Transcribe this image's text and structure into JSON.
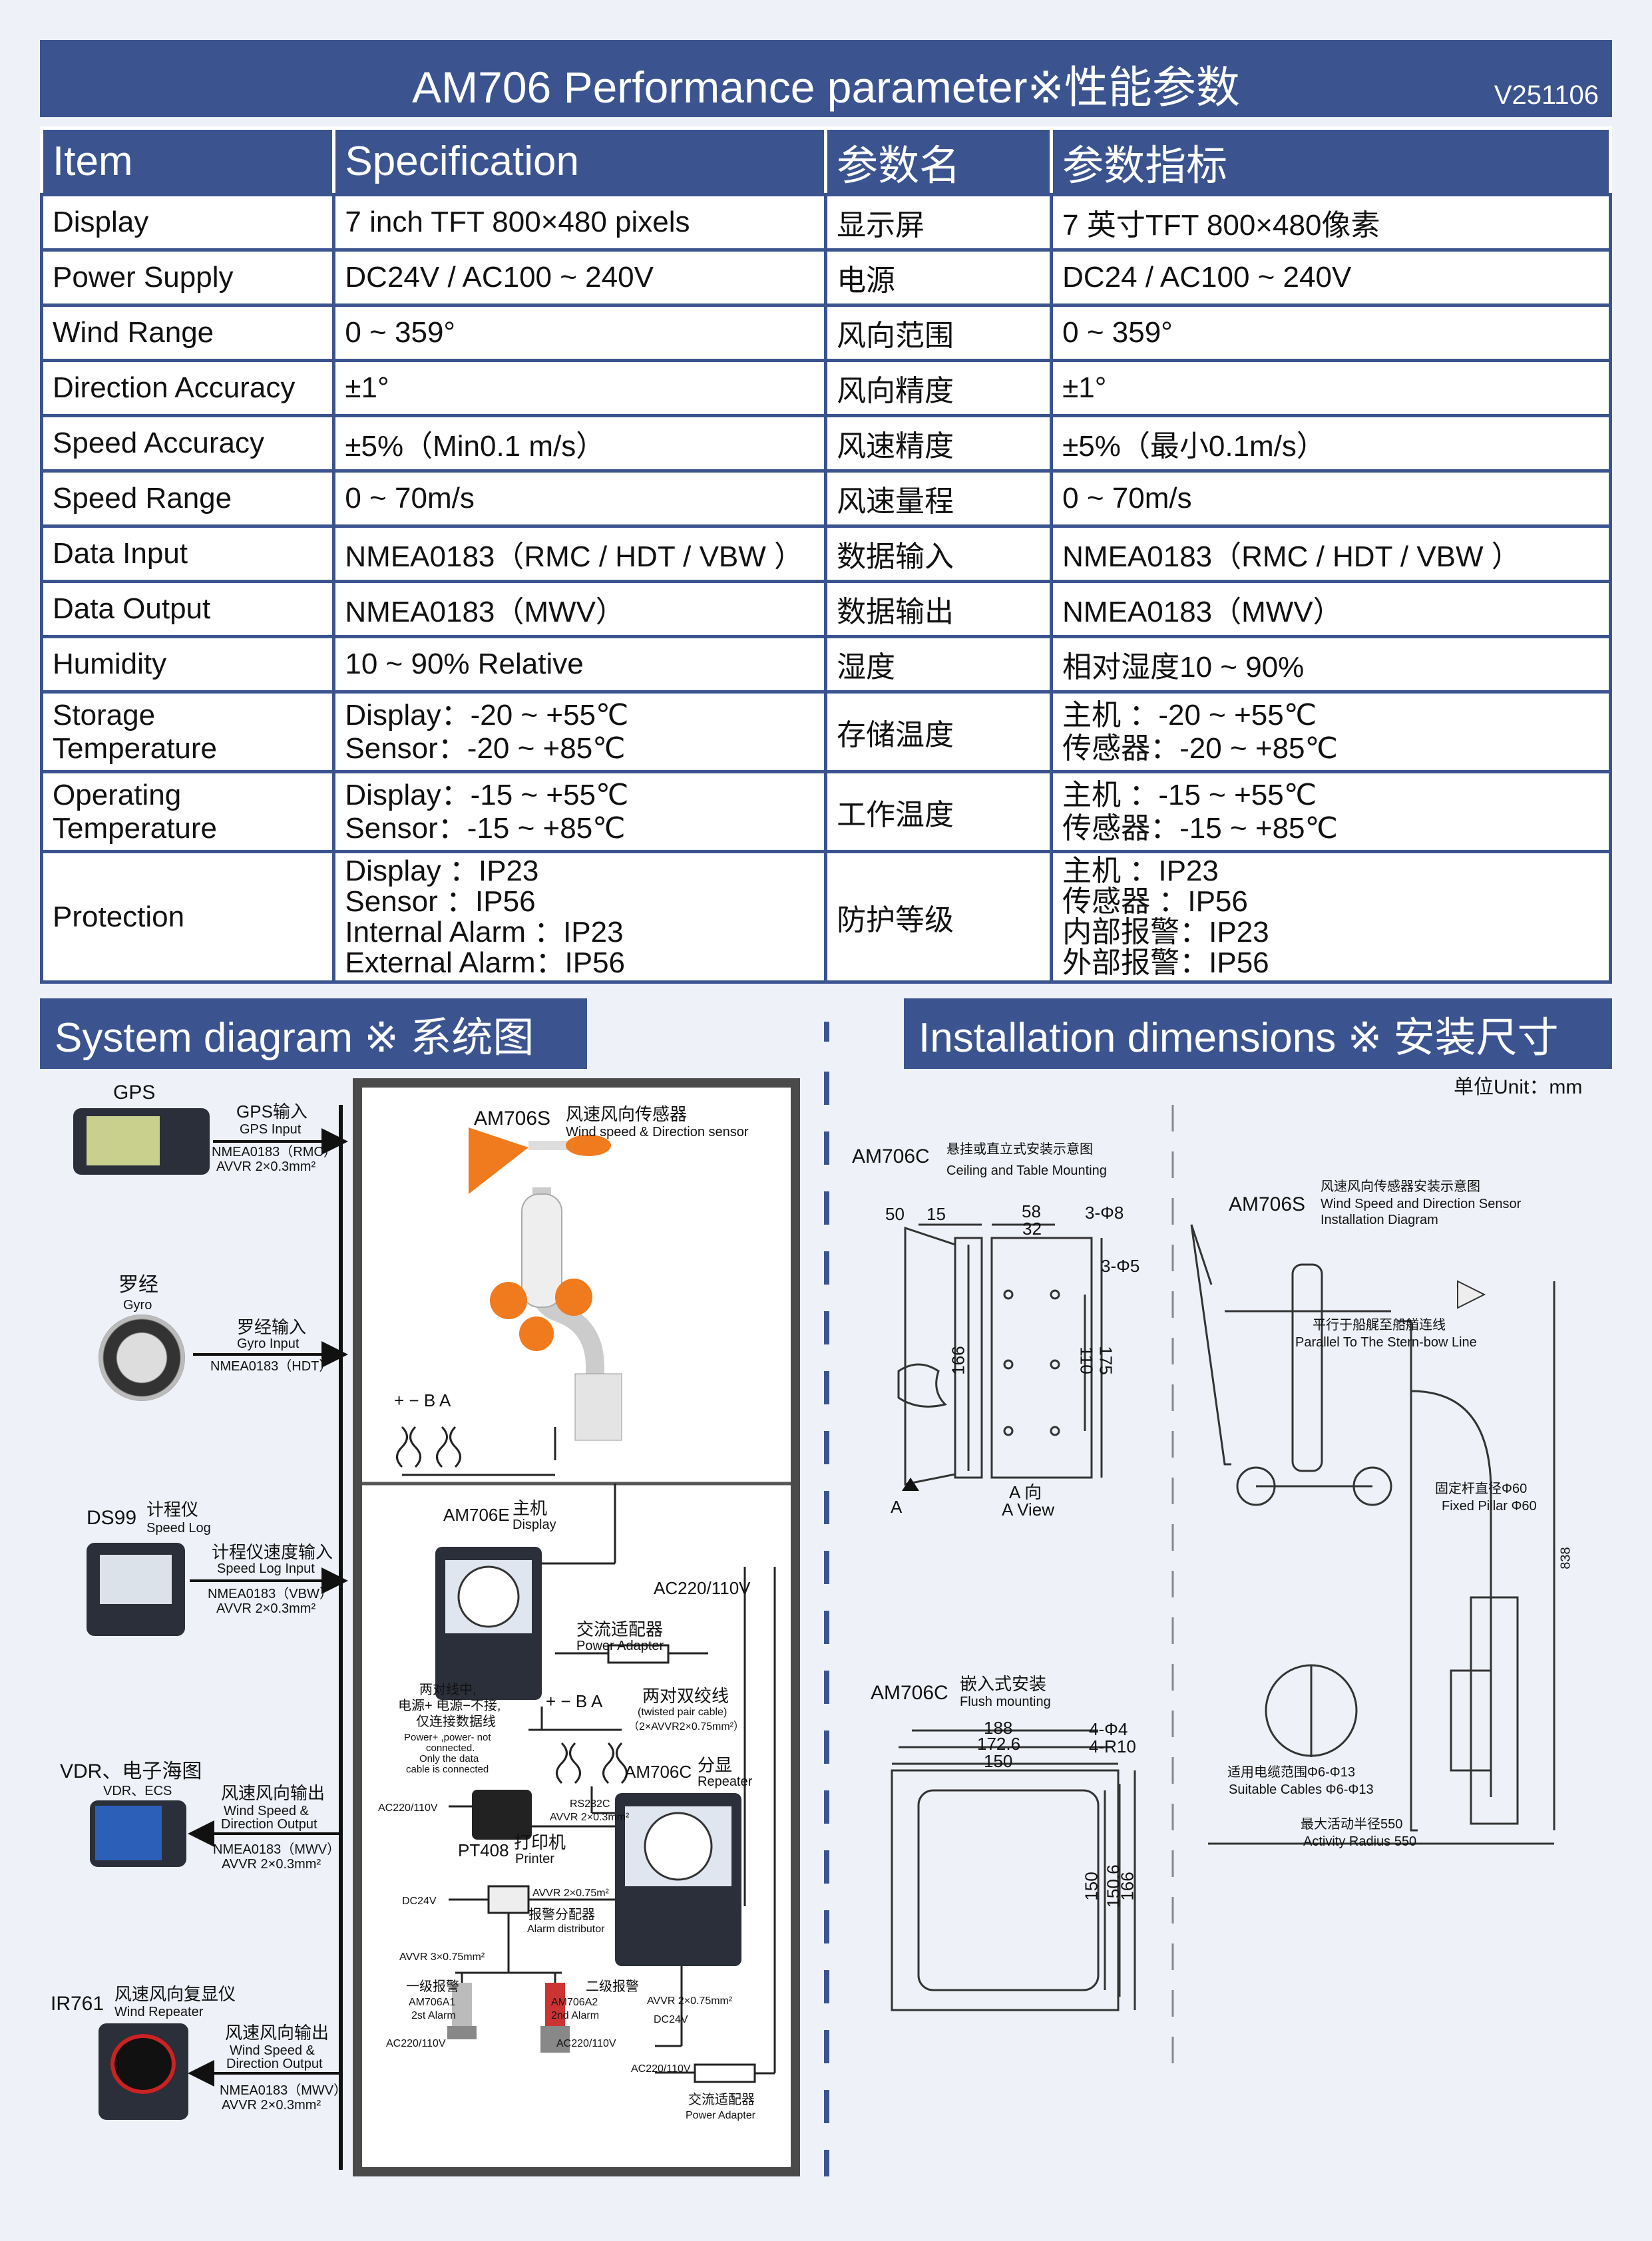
{
  "header": {
    "title": "AM706 Performance parameter※性能参数",
    "version": "V251106"
  },
  "spec_table": {
    "headers": [
      "Item",
      "Specification",
      "参数名",
      "参数指标"
    ],
    "rows": [
      {
        "item": "Display",
        "spec": "7 inch TFT 800×480 pixels",
        "cn_name": "显示屏",
        "cn_value": "7 英寸TFT 800×480像素"
      },
      {
        "item": "Power Supply",
        "spec": "DC24V / AC100 ~ 240V",
        "cn_name": "电源",
        "cn_value": "DC24 / AC100 ~ 240V"
      },
      {
        "item": "Wind Range",
        "spec": "0 ~ 359°",
        "cn_name": "风向范围",
        "cn_value": "0 ~ 359°"
      },
      {
        "item": "Direction Accuracy",
        "spec": "±1°",
        "cn_name": "风向精度",
        "cn_value": "±1°"
      },
      {
        "item": "Speed Accuracy",
        "spec": "±5%（Min0.1 m/s）",
        "cn_name": "风速精度",
        "cn_value": "±5%（最小0.1m/s）"
      },
      {
        "item": "Speed Range",
        "spec": "0 ~ 70m/s",
        "cn_name": "风速量程",
        "cn_value": "0 ~ 70m/s"
      },
      {
        "item": "Data Input",
        "spec": "NMEA0183（RMC / HDT / VBW ）",
        "cn_name": "数据输入",
        "cn_value": "NMEA0183（RMC / HDT / VBW ）"
      },
      {
        "item": "Data Output",
        "spec": "NMEA0183（MWV）",
        "cn_name": "数据输出",
        "cn_value": "NMEA0183（MWV）"
      },
      {
        "item": "Humidity",
        "spec": "10 ~ 90% Relative",
        "cn_name": "湿度",
        "cn_value": "相对湿度10 ~ 90%"
      }
    ],
    "storage": {
      "item_lines": [
        "Storage",
        "Temperature"
      ],
      "spec_lines": [
        "Display：-20 ~ +55℃",
        "Sensor：-20 ~ +85℃"
      ],
      "cn_name": "存储温度",
      "cn_lines": [
        "主机 ：-20 ~ +55℃",
        "传感器：-20 ~ +85℃"
      ]
    },
    "operating": {
      "item_lines": [
        "Operating",
        "Temperature"
      ],
      "spec_lines": [
        "Display：-15 ~ +55℃",
        "Sensor：-15 ~ +85℃"
      ],
      "cn_name": "工作温度",
      "cn_lines": [
        "主机 ：-15 ~ +55℃",
        "传感器：-15 ~ +85℃"
      ]
    },
    "protection": {
      "item": "Protection",
      "spec_lines": [
        "Display ：IP23",
        "Sensor ：IP56",
        "Internal Alarm ：IP23",
        "External Alarm：IP56"
      ],
      "cn_name": "防护等级",
      "cn_lines": [
        "主机 ：IP23",
        "传感器 ：IP56",
        "内部报警：IP23",
        "外部报警：IP56"
      ]
    }
  },
  "system_diagram": {
    "title": "System diagram ※ 系统图",
    "gps": {
      "label": "GPS",
      "in_cn": "GPS输入",
      "in_en": "GPS Input",
      "proto": "NMEA0183（RMC）",
      "cable": "AVVR 2×0.3mm²"
    },
    "gyro": {
      "label_cn": "罗经",
      "label_en": "Gyro",
      "in_cn": "罗经输入",
      "in_en": "Gyro Input",
      "proto": "NMEA0183（HDT）"
    },
    "ds99": {
      "label": "DS99",
      "label_cn": "计程仪",
      "label_en": "Speed Log",
      "in_cn": "计程仪速度输入",
      "in_en": "Speed Log Input",
      "proto": "NMEA0183（VBW）",
      "cable": "AVVR 2×0.3mm²"
    },
    "vdr": {
      "label": "VDR、电子海图",
      "label_en": "VDR、ECS",
      "out_cn": "风速风向输出",
      "out_en1": "Wind Speed &",
      "out_en2": "Direction Output",
      "proto": "NMEA0183（MWV）",
      "cable": "AVVR 2×0.3mm²"
    },
    "ir761": {
      "label": "IR761",
      "label_cn": "风速风向复显仪",
      "label_en": "Wind Repeater",
      "out_cn": "风速风向输出",
      "out_en1": "Wind Speed &",
      "out_en2": "Direction Output",
      "proto": "NMEA0183（MWV）",
      "cable": "AVVR 2×0.3mm²"
    },
    "sensor": {
      "label": "AM706S",
      "label_cn": "风速风向传感器",
      "label_en": "Wind speed & Direction sensor",
      "terminals": "+ − B A"
    },
    "display": {
      "label": "AM706E",
      "label_cn": "主机",
      "label_en": "Display",
      "ac": "AC220/110V",
      "adapter_cn": "交流适配器",
      "adapter_en": "Power Adapter"
    },
    "twisted": {
      "cn": "两对双绞线",
      "en1": "(twisted pair cable)",
      "en2": "（2×AVVR2×0.75mm²）",
      "terminals": "+ − B A"
    },
    "note": {
      "cn1": "两对线中,",
      "cn2": "电源+ 电源−不接,",
      "cn3": "仅连接数据线",
      "en1": "Power+ ,power- not",
      "en2": "connected.",
      "en3": "Only the data",
      "en4": "cable is connected"
    },
    "repeater": {
      "label": "AM706C",
      "label_cn": "分显",
      "label_en": "Repeater"
    },
    "printer": {
      "label": "PT408",
      "label_cn": "打印机",
      "label_en": "Printer",
      "ac": "AC220/110V",
      "rs": "RS232C",
      "cable": "AVVR 2×0.3mm²"
    },
    "alarm_dist": {
      "dc": "DC24V",
      "cable": "AVVR 2×0.75m²",
      "cn": "报警分配器",
      "en": "Alarm distributor",
      "cable2": "AVVR 3×0.75mm²"
    },
    "alarm1": {
      "cn": "一级报警",
      "model": "AM706A1",
      "en": "2st Alarm",
      "ac": "AC220/110V"
    },
    "alarm2": {
      "cn": "二级报警",
      "model": "AM706A2",
      "en": "2nd Alarm",
      "ac": "AC220/110V"
    },
    "bottom": {
      "cable": "AVVR 2×0.75mm²",
      "dc": "DC24V",
      "ac": "AC220/110V",
      "adapter_cn": "交流适配器",
      "adapter_en": "Power Adapter"
    }
  },
  "installation": {
    "title": "Installation dimensions ※ 安装尺寸",
    "unit": "单位Unit：mm",
    "ceiling": {
      "model": "AM706C",
      "cn": "悬挂或直立式安装示意图",
      "en": "Ceiling and Table Mounting",
      "d50": "50",
      "d15": "15",
      "d58": "58",
      "d32": "32",
      "h8": "3-Φ8",
      "h5": "3-Φ5",
      "d166": "166",
      "d175": "175",
      "d110": "110",
      "a": "A",
      "a_view_cn": "A 向",
      "a_view_en": "A View"
    },
    "flush": {
      "model": "AM706C",
      "cn": "嵌入式安装",
      "en": "Flush mounting",
      "w188": "188",
      "w172": "172.6",
      "w150": "150",
      "h4": "4-Φ4",
      "r10": "4-R10",
      "h150": "150",
      "h1506": "150.6",
      "h166": "166"
    },
    "sensor": {
      "model": "AM706S",
      "cn": "风速风向传感器安装示意图",
      "en1": "Wind Speed and Direction Sensor",
      "en2": "Installation Diagram",
      "parallel_cn": "平行于船艉至船艏连线",
      "parallel_en": "Parallel To The  Stern-bow Line",
      "pillar_cn": "固定杆直径Φ60",
      "pillar_en": "Fixed Pillar Φ60",
      "cables_cn": "适用电缆范围Φ6-Φ13",
      "cables_en": "Suitable Cables Φ6-Φ13",
      "radius_cn": "最大活动半径550",
      "radius_en": "Activity Radius 550",
      "h838": "838"
    }
  },
  "colors": {
    "brand": "#3b5490",
    "background": "#eef1f7",
    "sensor_orange": "#f07a1e"
  }
}
